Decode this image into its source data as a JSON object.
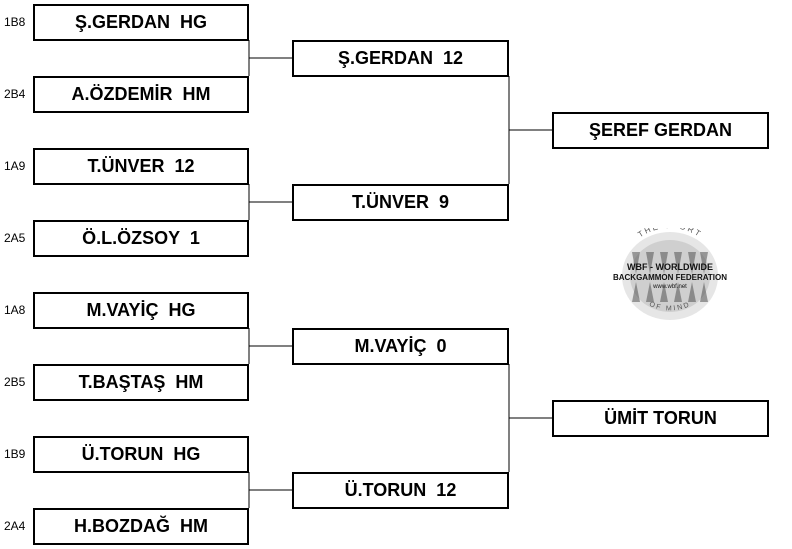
{
  "round1": [
    {
      "seed": "1B8",
      "label": "Ş.GERDAN  HG"
    },
    {
      "seed": "2B4",
      "label": "A.ÖZDEMİR  HM"
    },
    {
      "seed": "1A9",
      "label": "T.ÜNVER  12"
    },
    {
      "seed": "2A5",
      "label": "Ö.L.ÖZSOY  1"
    },
    {
      "seed": "1A8",
      "label": "M.VAYİÇ  HG"
    },
    {
      "seed": "2B5",
      "label": "T.BAŞTAŞ  HM"
    },
    {
      "seed": "1B9",
      "label": "Ü.TORUN  HG"
    },
    {
      "seed": "2A4",
      "label": "H.BOZDAĞ  HM"
    }
  ],
  "round2": [
    {
      "label": "Ş.GERDAN  12"
    },
    {
      "label": "T.ÜNVER  9"
    },
    {
      "label": "M.VAYİÇ  0"
    },
    {
      "label": "Ü.TORUN  12"
    }
  ],
  "round3": [
    {
      "label": "ŞEREF GERDAN"
    },
    {
      "label": "ÜMİT TORUN"
    }
  ],
  "logo": {
    "top_text": "THE SPORT",
    "line1": "WBF - WORLDWIDE",
    "line2": "BACKGAMMON FEDERATION",
    "url": "www.wbf.net",
    "bottom_text": "OF MIND"
  }
}
